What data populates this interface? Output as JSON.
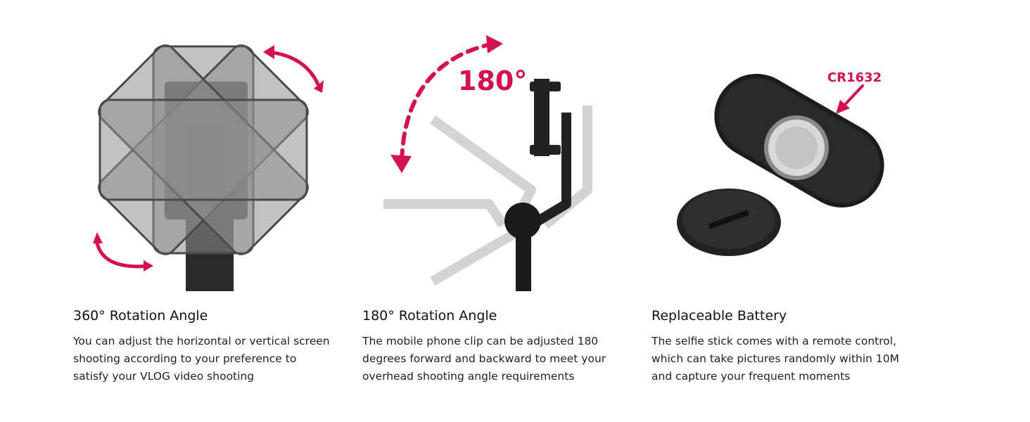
{
  "features": [
    {
      "title": "360° Rotation Angle",
      "description_lines": [
        "You can adjust the horizontal or vertical screen",
        "shooting according to your preference to",
        "satisfy your VLOG video shooting"
      ],
      "icon": "rotation-360-icon"
    },
    {
      "title": "180° Rotation Angle",
      "description_lines": [
        "The mobile phone clip can be adjusted 180",
        "degrees forward and backward to meet your",
        "overhead shooting angle requirements"
      ],
      "overlay_label": "180°",
      "icon": "rotation-180-icon"
    },
    {
      "title": "Replaceable Battery",
      "description_lines": [
        "The selfie stick comes with a remote control,",
        "which can take pictures randomly within 10M",
        "and capture your frequent moments"
      ],
      "overlay_label": "CR1632",
      "icon": "battery-icon"
    }
  ],
  "colors": {
    "accent": "#d4104f",
    "text": "#111111",
    "phone_gray": "#8f8f8f",
    "device_black": "#1c1c1c"
  }
}
